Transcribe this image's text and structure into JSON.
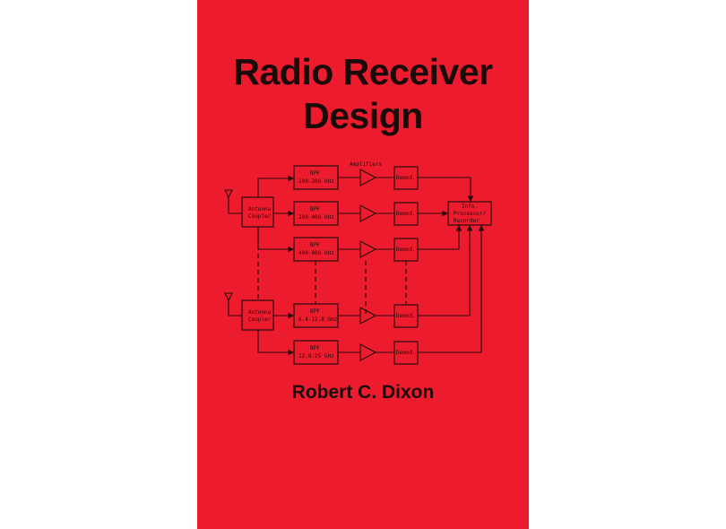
{
  "cover": {
    "title_line1": "Radio Receiver",
    "title_line2": "Design",
    "author": "Robert C. Dixon",
    "background_color": "#ec1c2e"
  },
  "diagram": {
    "amplifiers_label": "Amplifiers",
    "coupler_label": [
      "Antenna",
      "Coupler"
    ],
    "bpf_label": "BPF",
    "bands": [
      "100-200 KHz",
      "200-400 KHz",
      "400-800 KHz",
      "6.4-12.8 GHz",
      "12.8-25 GHz"
    ],
    "demod_label": "Demod.",
    "processor_label": [
      "Info.",
      "Processor/",
      "Recorder"
    ]
  }
}
